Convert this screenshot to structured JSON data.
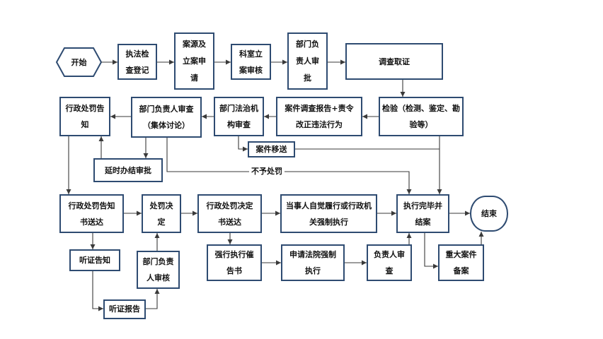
{
  "flowchart": {
    "nodes": {
      "start": "开始",
      "check_registration": "执法检查登记",
      "case_filing_application": "案源及立案申请",
      "section_filing_review": "科室立案审核",
      "dept_head_approval": "部门负责人审批",
      "investigation": "调查取证",
      "inspection": "检验（检测、鉴定、勘验等）",
      "investigation_report": "案件调查报告+责令改正违法行为",
      "legal_office_review": "部门法治机构审查",
      "collective_review": "部门负责人审查（集体讨论）",
      "penalty_notice": "行政处罚告知",
      "extension_approval": "延时办结审批",
      "case_transfer": "案件移送",
      "notice_delivery": "行政处罚告知书送达",
      "penalty_decision": "处罚决定",
      "decision_delivery": "行政处罚决定书送达",
      "execution": "当事人自觉履行或行政机关强制执行",
      "closure": "执行完毕并结案",
      "end": "结束",
      "hearing_notice": "听证告知",
      "dept_head_audit": "部门负责人审核",
      "enforcement_reminder": "强行执行催告书",
      "court_enforcement": "申请法院强制执行",
      "head_review": "负责人审查",
      "major_case_record": "重大案件备案",
      "hearing_report": "听证报告"
    },
    "edge_labels": {
      "no_penalty": "不予处罚"
    }
  },
  "colors": {
    "node_border": "#2e4b71",
    "connector": "#3a3a3a",
    "text": "#111111",
    "background": "#ffffff"
  }
}
